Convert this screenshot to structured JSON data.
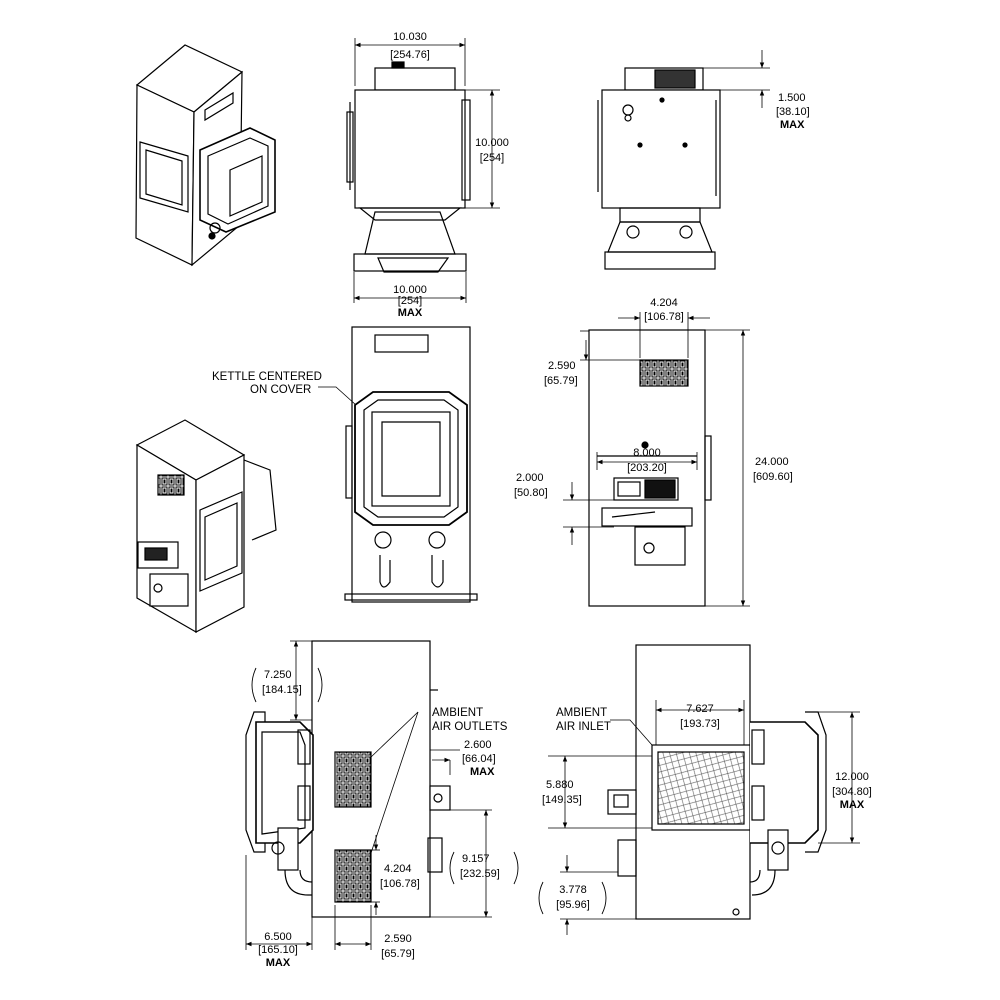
{
  "notes": {
    "kettle": [
      "KETTLE CENTERED",
      "ON COVER"
    ],
    "air_outlets": [
      "AMBIENT",
      "AIR OUTLETS"
    ],
    "air_inlet": [
      "AMBIENT",
      "AIR INLET"
    ]
  },
  "dims": {
    "top_width": {
      "in": "10.030",
      "mm": "[254.76]"
    },
    "front_height": {
      "in": "10.000",
      "mm": "[254]"
    },
    "front_base_width": {
      "in": "10.000",
      "mm": "[254]",
      "tag": "MAX"
    },
    "top_right_height": {
      "in": "1.500",
      "mm": "[38.10]",
      "tag": "MAX"
    },
    "vent_width": {
      "in": "4.204",
      "mm": "[106.78]"
    },
    "vent_offset": {
      "in": "2.590",
      "mm": "[65.79]"
    },
    "panel_width": {
      "in": "8.000",
      "mm": "[203.20]"
    },
    "panel_offset": {
      "in": "2.000",
      "mm": "[50.80]"
    },
    "overall_height": {
      "in": "24.000",
      "mm": "[609.60]"
    },
    "side_top_offset": {
      "in": "7.250",
      "mm": "[184.15]"
    },
    "side_protrusion": {
      "in": "2.600",
      "mm": "[66.04]",
      "tag": "MAX"
    },
    "side_lower_height": {
      "in": "9.157",
      "mm": "[232.59]"
    },
    "side_vent_height": {
      "in": "4.204",
      "mm": "[106.78]"
    },
    "side_depth": {
      "in": "6.500",
      "mm": "[165.10]",
      "tag": "MAX"
    },
    "side_vent_width": {
      "in": "2.590",
      "mm": "[65.79]"
    },
    "inlet_width": {
      "in": "7.627",
      "mm": "[193.73]"
    },
    "inlet_offset": {
      "in": "5.880",
      "mm": "[149.35]"
    },
    "kettle_height": {
      "in": "12.000",
      "mm": "[304.80]",
      "tag": "MAX"
    },
    "bottom_offset": {
      "in": "3.778",
      "mm": "[95.96]"
    }
  }
}
